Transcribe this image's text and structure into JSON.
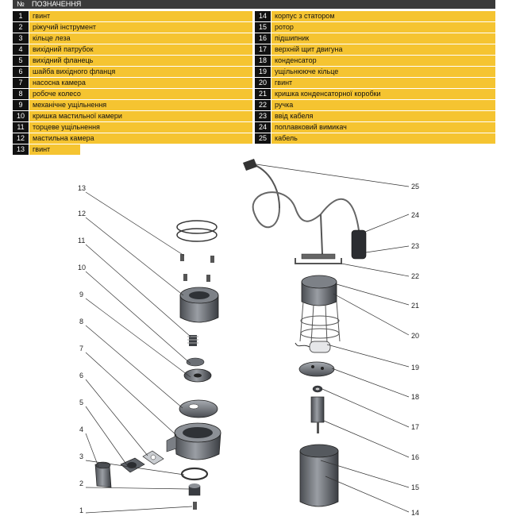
{
  "legend": {
    "num_header": "№",
    "title": "ПОЗНАЧЕННЯ",
    "left": [
      {
        "n": "1",
        "label": "гвинт"
      },
      {
        "n": "2",
        "label": "ріжучий інструмент"
      },
      {
        "n": "3",
        "label": "кільце леза"
      },
      {
        "n": "4",
        "label": "вихідний патрубок"
      },
      {
        "n": "5",
        "label": "вихідний фланець"
      },
      {
        "n": "6",
        "label": "шайба вихідного фланця"
      },
      {
        "n": "7",
        "label": "насосна камера"
      },
      {
        "n": "8",
        "label": "робоче колесо"
      },
      {
        "n": "9",
        "label": "механічне ущільнення"
      },
      {
        "n": "10",
        "label": "кришка  мастильної  камери"
      },
      {
        "n": "11",
        "label": "торцеве  ущільнення"
      },
      {
        "n": "12",
        "label": "мастильна камера"
      },
      {
        "n": "13",
        "label": "гвинт"
      }
    ],
    "right": [
      {
        "n": "14",
        "label": "корпус  з статором"
      },
      {
        "n": "15",
        "label": "ротор"
      },
      {
        "n": "16",
        "label": "підшипник"
      },
      {
        "n": "17",
        "label": "верхній щит двигуна"
      },
      {
        "n": "18",
        "label": "конденсатор"
      },
      {
        "n": "19",
        "label": "ущільнююче кільце"
      },
      {
        "n": "20",
        "label": "гвинт"
      },
      {
        "n": "21",
        "label": "кришка  конденсаторної  коробки"
      },
      {
        "n": "22",
        "label": "ручка"
      },
      {
        "n": "23",
        "label": "ввід  кабеля"
      },
      {
        "n": "24",
        "label": "поплавковий  вимикач"
      },
      {
        "n": "25",
        "label": "кабель"
      }
    ]
  },
  "callouts": {
    "c1": "1",
    "c2": "2",
    "c3": "3",
    "c4": "4",
    "c5": "5",
    "c6": "6",
    "c7": "7",
    "c8": "8",
    "c9": "9",
    "c10": "10",
    "c11": "11",
    "c12": "12",
    "c13": "13",
    "c14": "14",
    "c15": "15",
    "c16": "16",
    "c17": "17",
    "c18": "18",
    "c19": "19",
    "c20": "20",
    "c21": "21",
    "c22": "22",
    "c23": "23",
    "c24": "24",
    "c25": "25"
  },
  "colors": {
    "header_bg": "#3a3a3a",
    "number_cell": "#111111",
    "label_cell": "#f5c431",
    "part_metal": "#6b6f75",
    "part_dark": "#3c3f44"
  }
}
